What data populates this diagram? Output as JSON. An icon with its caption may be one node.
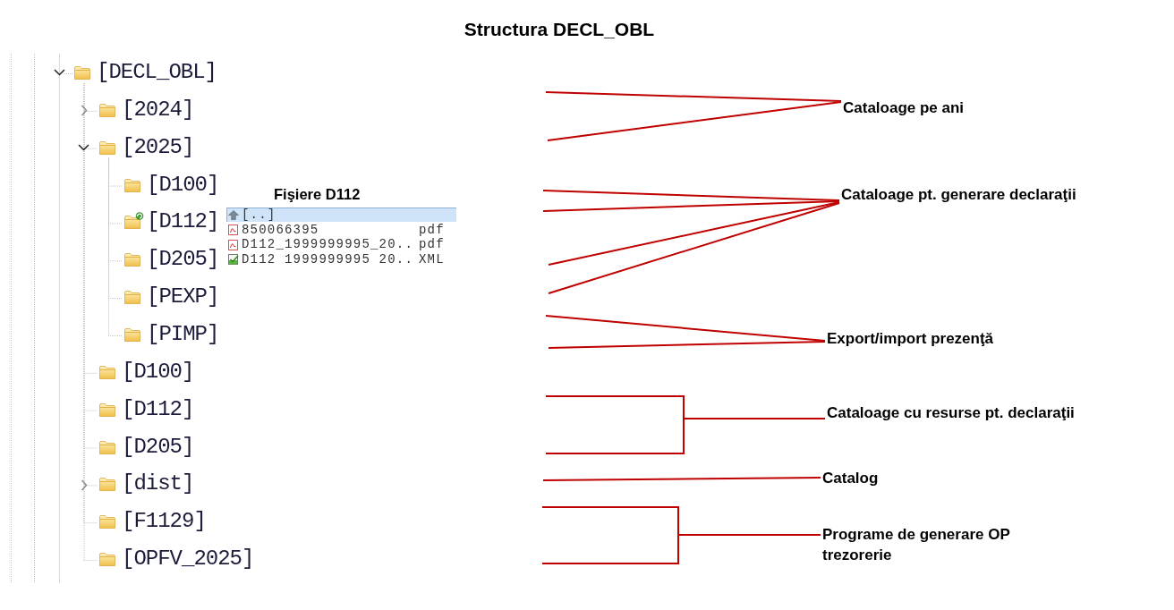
{
  "diagram": {
    "title": "Structura DECL_OBL",
    "nodes": [
      {
        "text": [
          "Cataloage pe ani"
        ]
      },
      {
        "text": [
          "Cataloage pt. generare declaraţii"
        ]
      },
      {
        "text": [
          "Export/import prezenţă"
        ]
      },
      {
        "text": [
          "Cataloage cu resurse pt. declaraţii"
        ]
      },
      {
        "text": [
          "Catalog"
        ]
      },
      {
        "text": [
          "Programe de generare OP trezorerie"
        ]
      }
    ],
    "edges": [
      {
        "from": 0,
        "to": null,
        "arrow": "none"
      },
      {
        "from": 0,
        "to": null,
        "arrow": "none"
      },
      {
        "from": 1,
        "to": null,
        "arrow": "none"
      },
      {
        "from": 1,
        "to": null,
        "arrow": "none"
      },
      {
        "from": 1,
        "to": null,
        "arrow": "none"
      },
      {
        "from": 1,
        "to": null,
        "arrow": "none"
      },
      {
        "from": 2,
        "to": null,
        "arrow": "none"
      },
      {
        "from": 2,
        "to": null,
        "arrow": "none"
      },
      {
        "from": 3,
        "to": null,
        "arrow": "none"
      },
      {
        "from": 3,
        "to": null,
        "arrow": "none"
      },
      {
        "from": 4,
        "to": null,
        "arrow": "none"
      },
      {
        "from": 5,
        "to": null,
        "arrow": "none"
      },
      {
        "from": 5,
        "to": null,
        "arrow": "none"
      }
    ],
    "labels": [
      "[DECL_OBL]",
      "[2024]",
      "[2025]",
      "[D100]",
      "[D112]",
      "[D205]",
      "[PEXP]",
      "[PIMP]",
      "[D100]",
      "[D112]",
      "[D205]",
      "[dist]",
      "[F1129]",
      "[OPFV_2025]",
      "Fişiere D112",
      "[..]",
      "850066395",
      "pdf",
      "D112_1999999995_20..",
      "pdf",
      "D112 1999999995 20..",
      "XML"
    ]
  }
}
